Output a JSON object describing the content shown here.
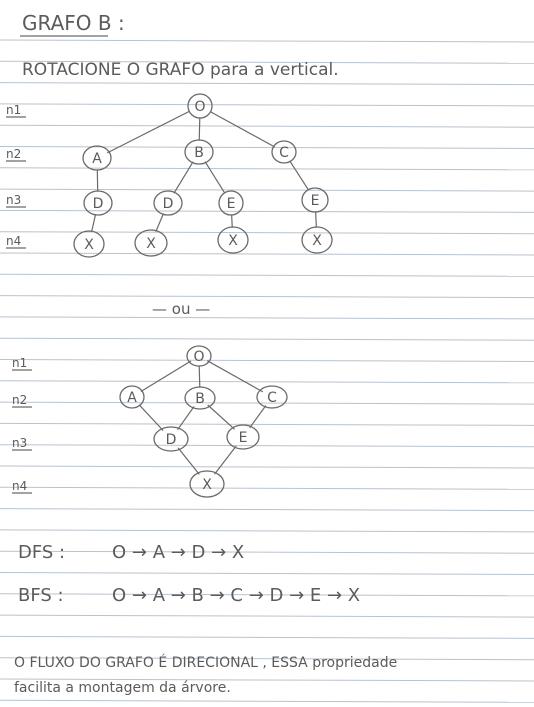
{
  "header": {
    "title": "GRAFO B :",
    "instruction": "ROTACIONE O GRAFO para a vertical."
  },
  "graph_tree": {
    "levels": [
      "n1",
      "n2",
      "n3",
      "n4"
    ],
    "nodes": [
      {
        "id": "t0",
        "label": "O",
        "level": 1
      },
      {
        "id": "tA",
        "label": "A",
        "level": 2
      },
      {
        "id": "tB",
        "label": "B",
        "level": 2
      },
      {
        "id": "tC",
        "label": "C",
        "level": 2
      },
      {
        "id": "tD1",
        "label": "D",
        "level": 3
      },
      {
        "id": "tD2",
        "label": "D",
        "level": 3
      },
      {
        "id": "tE1",
        "label": "E",
        "level": 3
      },
      {
        "id": "tE2",
        "label": "E",
        "level": 3
      },
      {
        "id": "tX1",
        "label": "X",
        "level": 4
      },
      {
        "id": "tX2",
        "label": "X",
        "level": 4
      },
      {
        "id": "tX3",
        "label": "X",
        "level": 4
      },
      {
        "id": "tX4",
        "label": "X",
        "level": 4
      }
    ],
    "edges": [
      [
        "t0",
        "tA"
      ],
      [
        "t0",
        "tB"
      ],
      [
        "t0",
        "tC"
      ],
      [
        "tA",
        "tD1"
      ],
      [
        "tB",
        "tD2"
      ],
      [
        "tB",
        "tE1"
      ],
      [
        "tC",
        "tE2"
      ],
      [
        "tD1",
        "tX1"
      ],
      [
        "tD2",
        "tX2"
      ],
      [
        "tE1",
        "tX3"
      ],
      [
        "tE2",
        "tX4"
      ]
    ]
  },
  "separator": "— ou —",
  "graph_dag": {
    "levels": [
      "n1",
      "n2",
      "n3",
      "n4"
    ],
    "nodes": [
      {
        "id": "g0",
        "label": "O",
        "level": 1
      },
      {
        "id": "gA",
        "label": "A",
        "level": 2
      },
      {
        "id": "gB",
        "label": "B",
        "level": 2
      },
      {
        "id": "gC",
        "label": "C",
        "level": 2
      },
      {
        "id": "gD",
        "label": "D",
        "level": 3
      },
      {
        "id": "gE",
        "label": "E",
        "level": 3
      },
      {
        "id": "gX",
        "label": "X",
        "level": 4
      }
    ],
    "edges": [
      [
        "g0",
        "gA"
      ],
      [
        "g0",
        "gB"
      ],
      [
        "g0",
        "gC"
      ],
      [
        "gA",
        "gD"
      ],
      [
        "gB",
        "gD"
      ],
      [
        "gB",
        "gE"
      ],
      [
        "gC",
        "gE"
      ],
      [
        "gD",
        "gX"
      ],
      [
        "gE",
        "gX"
      ]
    ]
  },
  "traversals": {
    "dfs": {
      "label": "DFS :",
      "sequence": "O → A → D → X"
    },
    "bfs": {
      "label": "BFS :",
      "sequence": "O → A → B → C → D → E → X"
    }
  },
  "note": {
    "line1": "O FLUXO DO GRAFO É DIRECIONAL , ESSA propriedade",
    "line2": "facilita a montagem da árvore."
  }
}
